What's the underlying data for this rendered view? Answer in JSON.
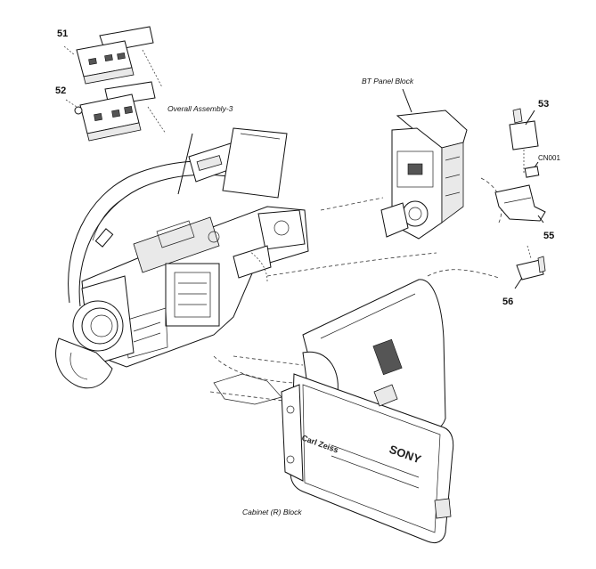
{
  "labels": {
    "part_51": "51",
    "part_52": "52",
    "part_53": "53",
    "part_55": "55",
    "part_56": "56",
    "connector": "CN001",
    "overall_assembly": "Overall Assembly-3",
    "bt_panel_block": "BT Panel Block",
    "cabinet_block": "Cabinet (R) Block"
  },
  "brand": {
    "logo": "SONY",
    "side_text": "Carl Zeiss"
  }
}
